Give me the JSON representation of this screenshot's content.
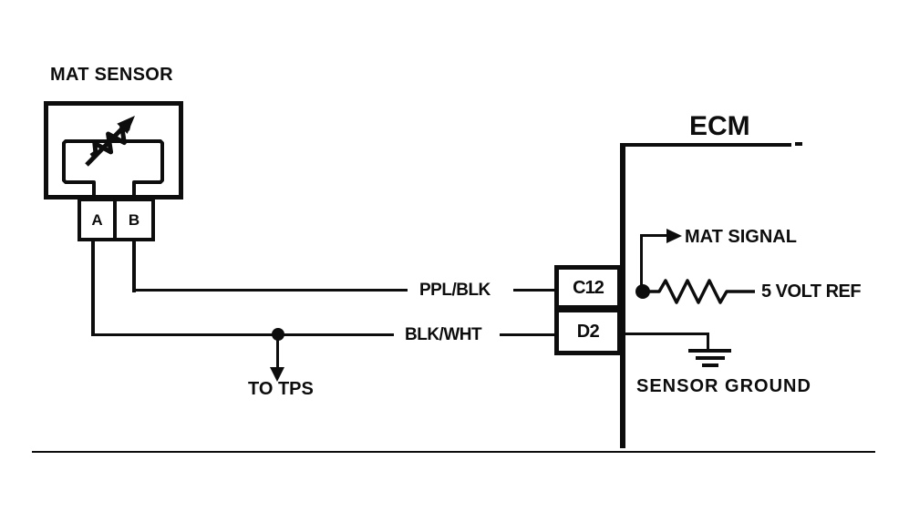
{
  "title": "MAT SENSOR to ECM wiring diagram",
  "colors": {
    "ink": "#0d0d0d",
    "paper": "#ffffff"
  },
  "sensor": {
    "label": "MAT SENSOR",
    "pins": {
      "a": "A",
      "b": "B"
    }
  },
  "ecm": {
    "label": "ECM",
    "terminals": {
      "c12": "C12",
      "d2": "D2"
    }
  },
  "wires": {
    "signal_wire_label": "PPL/BLK",
    "ground_wire_label": "BLK/WHT"
  },
  "annotations": {
    "mat_signal": "MAT SIGNAL",
    "five_volt_ref": "5 VOLT REF",
    "sensor_ground": "SENSOR GROUND",
    "to_tps": "TO TPS"
  },
  "icons": {
    "thermistor": "resistor zigzag crossed by diagonal arrow",
    "ground": "three-bar earth ground",
    "junction": "filled connection dot"
  }
}
